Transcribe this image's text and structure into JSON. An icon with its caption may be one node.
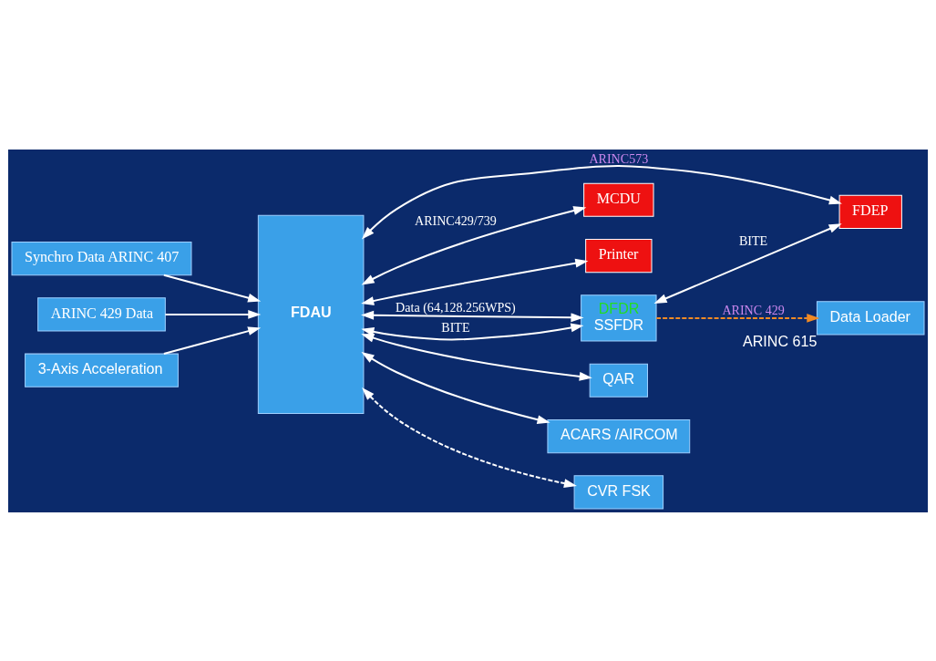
{
  "diagram": {
    "nodes": [
      {
        "text": [
          "FDEP"
        ]
      },
      {
        "text": [
          "MCDU"
        ]
      },
      {
        "text": [
          "Printer"
        ]
      },
      {
        "text": [
          "Data Loader"
        ],
        "beside": [
          "ARINC 615"
        ]
      },
      {
        "text": [
          "Synchro Data ARINC 407"
        ]
      },
      {
        "text": [
          "FDAU"
        ]
      },
      {
        "text": [
          "DFDR",
          "SSFDR"
        ]
      },
      {
        "text": [
          "ARINC 429 Data"
        ]
      },
      {
        "text": [
          "QAR"
        ]
      },
      {
        "text": [
          "ACARS /AIRCOM"
        ]
      },
      {
        "text": [
          "3-Axis Acceleration"
        ]
      },
      {
        "text": [
          "CVR FSK"
        ]
      }
    ],
    "edges": [
      {
        "from": 6,
        "to": 0,
        "arrow": "both",
        "label": "BITE"
      },
      {
        "from": 5,
        "to": 0,
        "arrow": "both",
        "label": "ARINC573"
      },
      {
        "from": 5,
        "to": 1,
        "arrow": "both",
        "label": "ARINC429/739"
      },
      {
        "from": 5,
        "to": 2,
        "arrow": "both"
      },
      {
        "from": 5,
        "to": 6,
        "arrow": "both",
        "label": "Data (64,128.256WPS)"
      },
      {
        "from": 5,
        "to": 6,
        "arrow": "both",
        "label": "BITE"
      },
      {
        "from": 6,
        "to": 3,
        "arrow": "to",
        "label": "ARINC 429",
        "style": "dashed",
        "color": "#f08a24"
      },
      {
        "from": 4,
        "to": 5,
        "arrow": "to"
      },
      {
        "from": 7,
        "to": 5,
        "arrow": "to"
      },
      {
        "from": 5,
        "to": 8,
        "arrow": "both"
      },
      {
        "from": 5,
        "to": 9,
        "arrow": "both"
      },
      {
        "from": 5,
        "to": 11,
        "arrow": "both",
        "style": "dashed"
      },
      {
        "from": 10,
        "to": 5,
        "arrow": "to"
      }
    ]
  }
}
